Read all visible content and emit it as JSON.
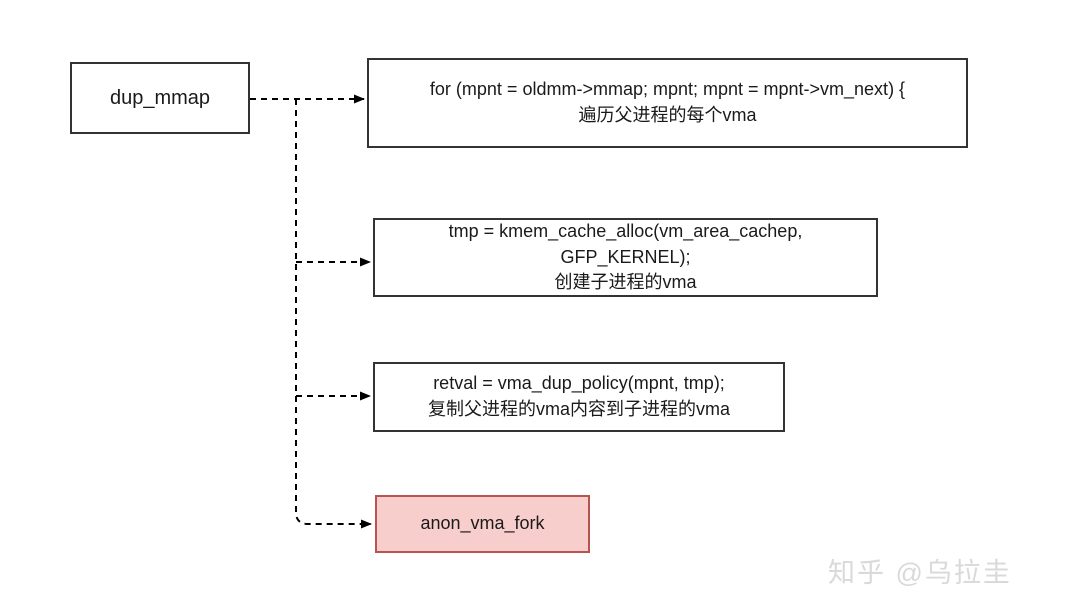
{
  "diagram": {
    "root": {
      "label": "dup_mmap"
    },
    "nodes": [
      {
        "name": "for-loop-vma",
        "lines": [
          "for (mpnt = oldmm->mmap; mpnt; mpnt = mpnt->vm_next) {",
          "遍历父进程的每个vma"
        ]
      },
      {
        "name": "kmem-cache-alloc",
        "lines": [
          "tmp = kmem_cache_alloc(vm_area_cachep,",
          "GFP_KERNEL);",
          "创建子进程的vma"
        ]
      },
      {
        "name": "vma-dup-policy",
        "lines": [
          "retval = vma_dup_policy(mpnt, tmp);",
          "复制父进程的vma内容到子进程的vma"
        ]
      },
      {
        "name": "anon-vma-fork",
        "lines": [
          "anon_vma_fork"
        ],
        "highlighted": true
      }
    ],
    "colors": {
      "node_fill": "#ffffff",
      "node_border": "#333333",
      "highlight_fill": "#f8cecc",
      "highlight_border": "#b85450",
      "text": "#1a1a1a",
      "connector": "#000000",
      "watermark_text": "#d9d9d9"
    }
  },
  "watermark": {
    "text": "知乎 @乌拉圭"
  }
}
